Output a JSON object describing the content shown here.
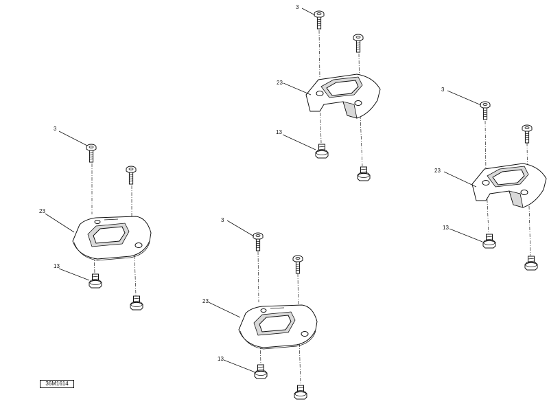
{
  "callouts": {
    "screw": "3",
    "cover": "23",
    "nut": "13"
  },
  "reference": "36M1614"
}
